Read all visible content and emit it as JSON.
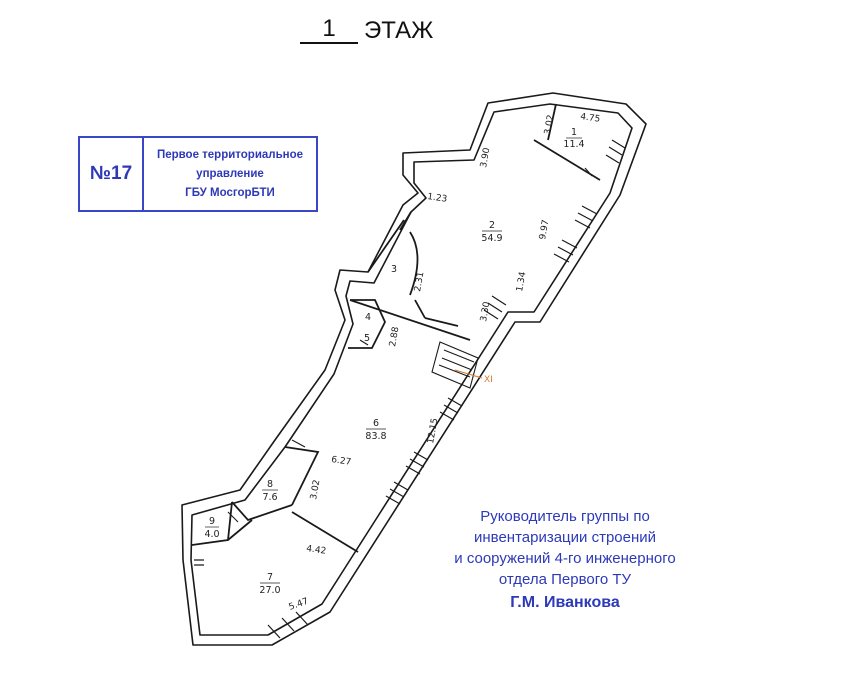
{
  "title": {
    "floor_number": "1",
    "floor_word": "ЭТАЖ"
  },
  "stamp": {
    "number": "№17",
    "line1": "Первое территориальное",
    "line2": "управление",
    "line3": "ГБУ МосгорБТИ",
    "color": "#2d39b8"
  },
  "signature": {
    "line1": "Руководитель группы по",
    "line2": "инвентаризации строений",
    "line3": "и сооружений 4-го инженерного",
    "line4": "отдела Первого ТУ",
    "name": "Г.М. Иванкова",
    "color": "#2d39b8"
  },
  "rooms": [
    {
      "number": "1",
      "area": "11.4"
    },
    {
      "number": "2",
      "area": "54.9"
    },
    {
      "number": "3",
      "area": ""
    },
    {
      "number": "4",
      "area": ""
    },
    {
      "number": "5",
      "area": ""
    },
    {
      "number": "6",
      "area": "83.8"
    },
    {
      "number": "7",
      "area": "27.0"
    },
    {
      "number": "8",
      "area": "7.6"
    },
    {
      "number": "9",
      "area": "4.0"
    }
  ],
  "dimensions": {
    "d475": "4.75",
    "d302a": "3.02",
    "d390": "3.90",
    "d123": "1.23",
    "d997": "9.97",
    "d231": "2.31",
    "d134": "1.34",
    "d330": "3.30",
    "d288": "2.88",
    "d1215": "12.15",
    "d627": "6.27",
    "d302b": "3.02",
    "d442": "4.42",
    "d547": "5.47"
  },
  "marker": {
    "label": "XI",
    "color": "#d9772f"
  }
}
